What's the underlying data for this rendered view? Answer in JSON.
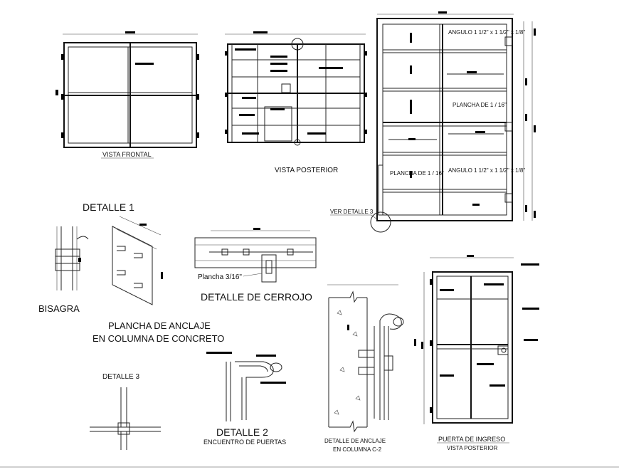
{
  "labels": {
    "vista_frontal": "VISTA FRONTAL",
    "vista_posterior": "VISTA POSTERIOR",
    "ver_detalle_3": "VER DETALLE 3",
    "angulo_1": "ANGULO 1 1/2\" x 1 1/2\" x 1/8\"",
    "angulo_2": "ANGULO 1 1/2\" x 1 1/2\" x 1/8\"",
    "plancha_1": "PLANCHA DE 1 / 16\"",
    "plancha_2": "PLANCHA DE 1 / 16\"",
    "detalle_1": "DETALLE  1",
    "bisagra": "BISAGRA",
    "plancha_anclaje_1": "PLANCHA DE ANCLAJE",
    "plancha_anclaje_2": "EN COLUMNA DE CONCRETO",
    "plancha_316": "Plancha 3/16\"",
    "detalle_cerrojo": "DETALLE DE CERROJO",
    "detalle_3": "DETALLE  3",
    "detalle_2": "DETALLE  2",
    "encuentro": "ENCUENTRO DE PUERTAS",
    "anclaje_col_1": "DETALLE DE ANCLAJE",
    "anclaje_col_2": "EN COLUMNA C-2",
    "puerta_ingreso": "PUERTA DE INGRESO",
    "vista_posterior_small": "VISTA POSTERIOR"
  }
}
